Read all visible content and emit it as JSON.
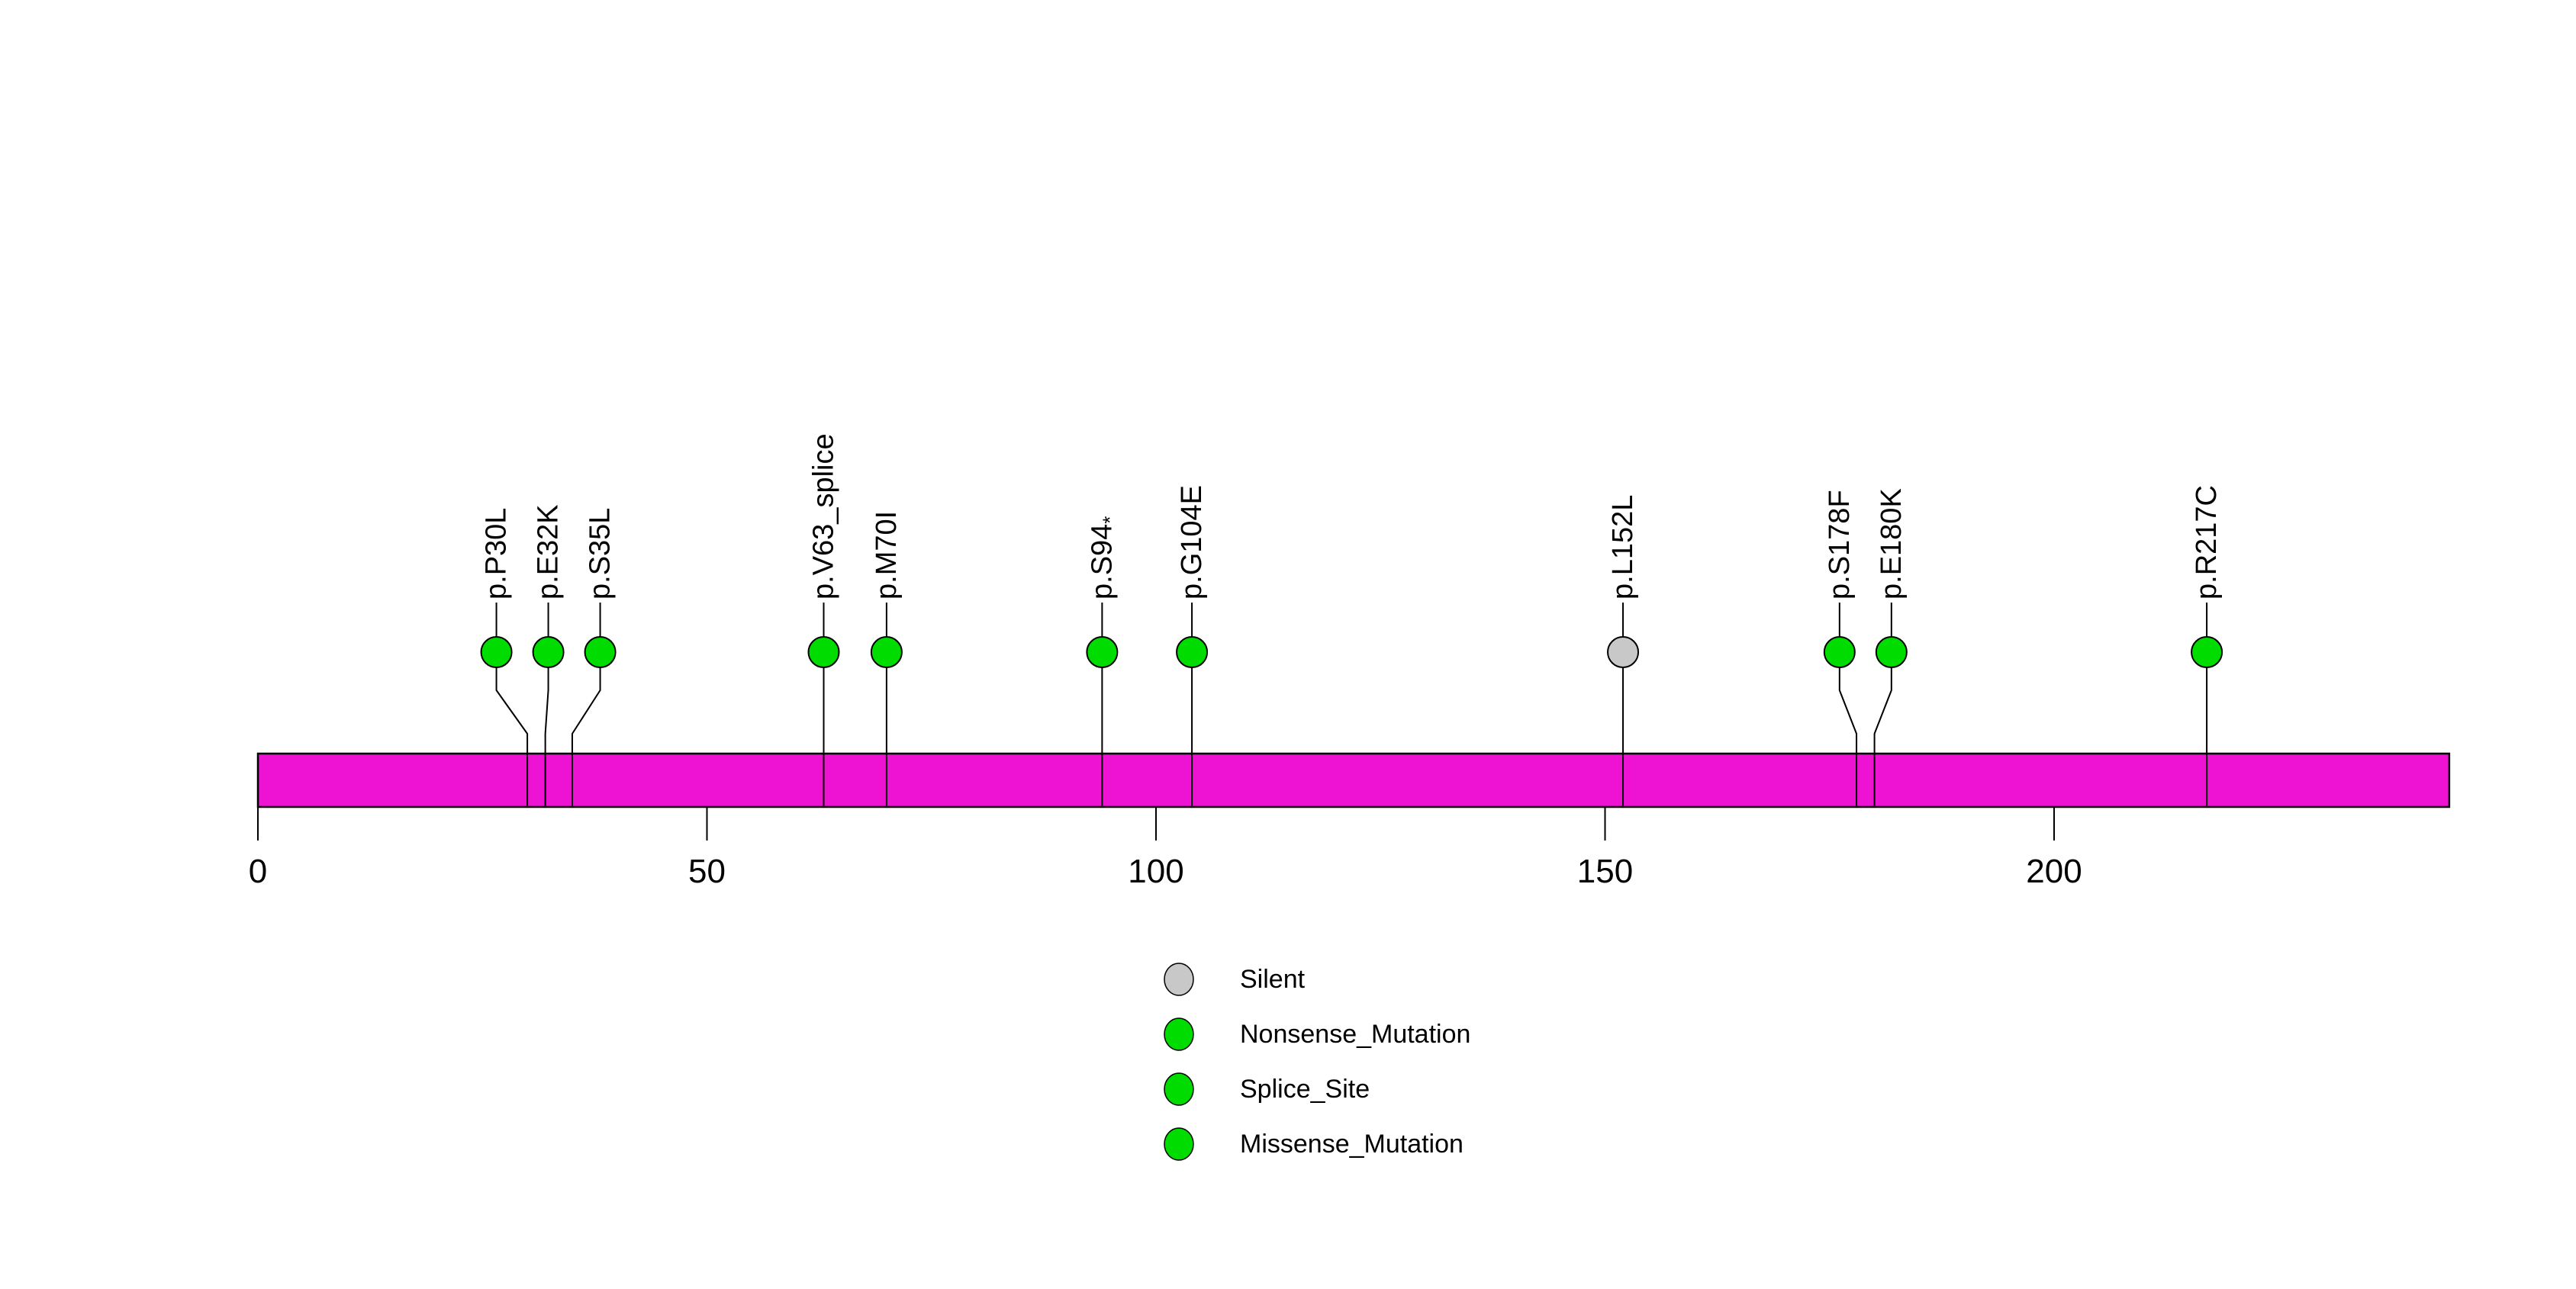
{
  "chart_data": {
    "type": "lollipop",
    "title": "",
    "xlabel": "",
    "background": "#ffffff",
    "axis": {
      "min": 0,
      "max": 244,
      "ticks": [
        0,
        50,
        100,
        150,
        200
      ],
      "grid": false
    },
    "protein_bar": {
      "start": 0,
      "end": 244,
      "color": "#EE12D2",
      "border_color": "#000000"
    },
    "mutations": [
      {
        "label": "p.P30L",
        "position": 30,
        "type": "Missense_Mutation",
        "color": "#00DC00"
      },
      {
        "label": "p.E32K",
        "position": 32,
        "type": "Missense_Mutation",
        "color": "#00DC00"
      },
      {
        "label": "p.S35L",
        "position": 35,
        "type": "Missense_Mutation",
        "color": "#00DC00"
      },
      {
        "label": "p.V63_splice",
        "position": 63,
        "type": "Splice_Site",
        "color": "#00DC00"
      },
      {
        "label": "p.M70I",
        "position": 70,
        "type": "Missense_Mutation",
        "color": "#00DC00"
      },
      {
        "label": "p.S94*",
        "position": 94,
        "type": "Nonsense_Mutation",
        "color": "#00DC00"
      },
      {
        "label": "p.G104E",
        "position": 104,
        "type": "Missense_Mutation",
        "color": "#00DC00"
      },
      {
        "label": "p.L152L",
        "position": 152,
        "type": "Silent",
        "color": "#C8C8C8"
      },
      {
        "label": "p.S178F",
        "position": 178,
        "type": "Missense_Mutation",
        "color": "#00DC00"
      },
      {
        "label": "p.E180K",
        "position": 180,
        "type": "Missense_Mutation",
        "color": "#00DC00"
      },
      {
        "label": "p.R217C",
        "position": 217,
        "type": "Missense_Mutation",
        "color": "#00DC00"
      }
    ],
    "legend": {
      "position": "bottom-center",
      "items": [
        {
          "label": "Silent",
          "color": "#C8C8C8"
        },
        {
          "label": "Nonsense_Mutation",
          "color": "#00DC00"
        },
        {
          "label": "Splice_Site",
          "color": "#00DC00"
        },
        {
          "label": "Missense_Mutation",
          "color": "#00DC00"
        }
      ]
    },
    "colors": {
      "stem": "#000000",
      "circle_border": "#000000",
      "tick": "#000000"
    }
  }
}
